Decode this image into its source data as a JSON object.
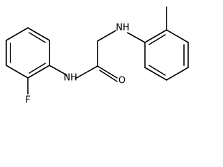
{
  "molecule": {
    "atoms": {
      "nh_left": "NH",
      "oxygen": "O",
      "fluorine": "F",
      "nh_top": "NH"
    }
  }
}
